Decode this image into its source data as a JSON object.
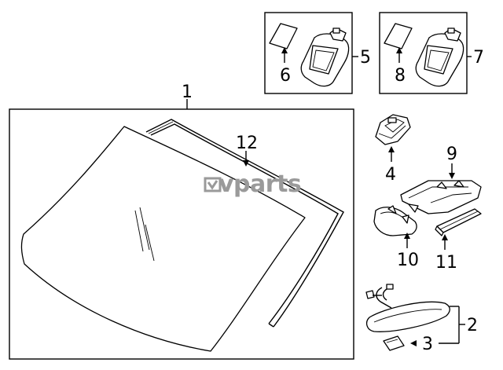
{
  "watermark": "vparts",
  "callouts": {
    "c1": "1",
    "c2": "2",
    "c3": "3",
    "c4": "4",
    "c5": "5",
    "c6": "6",
    "c7": "7",
    "c8": "8",
    "c9": "9",
    "c10": "10",
    "c11": "11",
    "c12": "12"
  },
  "parts": [
    {
      "id": "1",
      "icon": "windshield-glass-icon"
    },
    {
      "id": "2",
      "icon": "rearview-mirror-icon"
    },
    {
      "id": "3",
      "icon": "mirror-pad-icon"
    },
    {
      "id": "4",
      "icon": "mirror-bracket-icon"
    },
    {
      "id": "5",
      "icon": "sensor-module-icon"
    },
    {
      "id": "6",
      "icon": "adhesive-pad-icon"
    },
    {
      "id": "7",
      "icon": "sensor-module-icon"
    },
    {
      "id": "8",
      "icon": "adhesive-pad-icon"
    },
    {
      "id": "9",
      "icon": "mirror-cover-icon"
    },
    {
      "id": "10",
      "icon": "lower-cover-icon"
    },
    {
      "id": "11",
      "icon": "trim-strip-icon"
    },
    {
      "id": "12",
      "icon": "windshield-molding-icon"
    }
  ]
}
